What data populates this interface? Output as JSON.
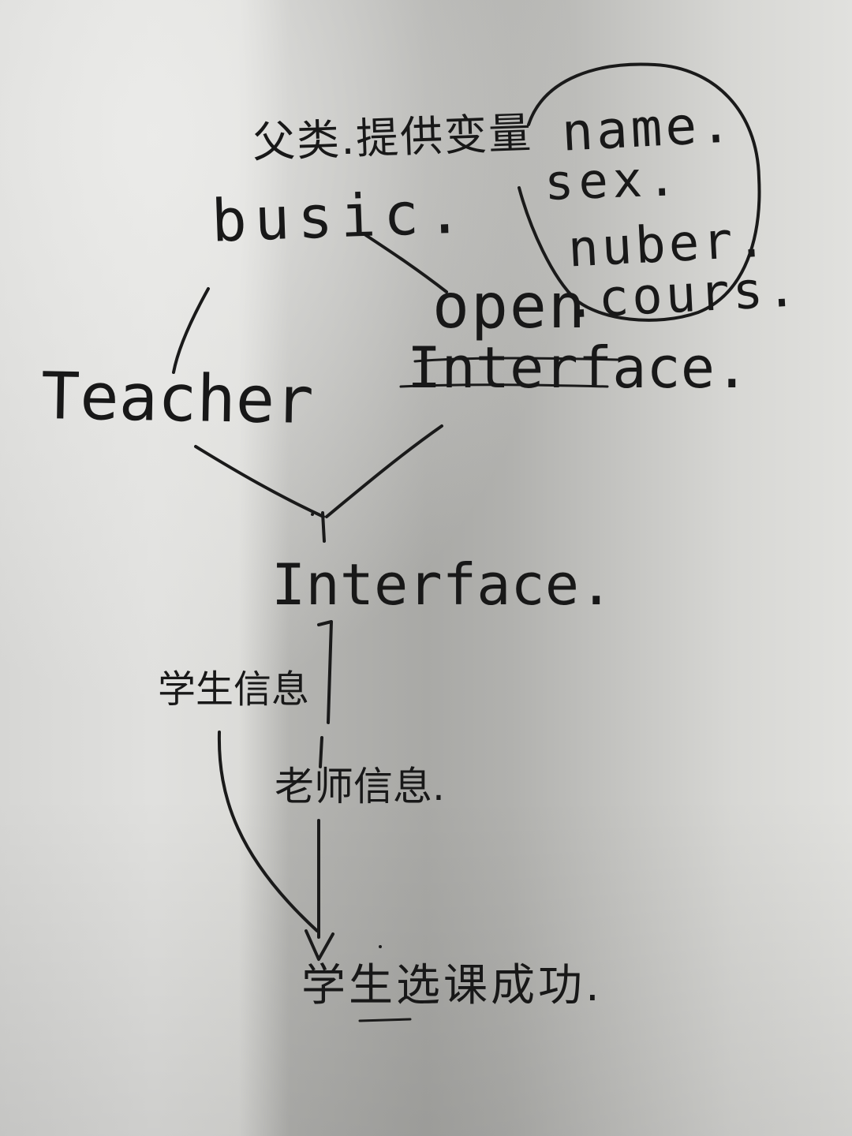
{
  "diagram": {
    "title_note": "父类.提供变量",
    "nodes": {
      "basic": "busic.",
      "open_interface_top": "open",
      "open_interface_bottom": "Interface.",
      "teacher": "Teacher",
      "interface": "Interface.",
      "success": "学生选课成功."
    },
    "variables": [
      "name.",
      "sex.",
      "nuber.",
      ".cours."
    ],
    "edge_labels": {
      "student_info": "学生信息",
      "teacher_info": "老师信息."
    }
  }
}
